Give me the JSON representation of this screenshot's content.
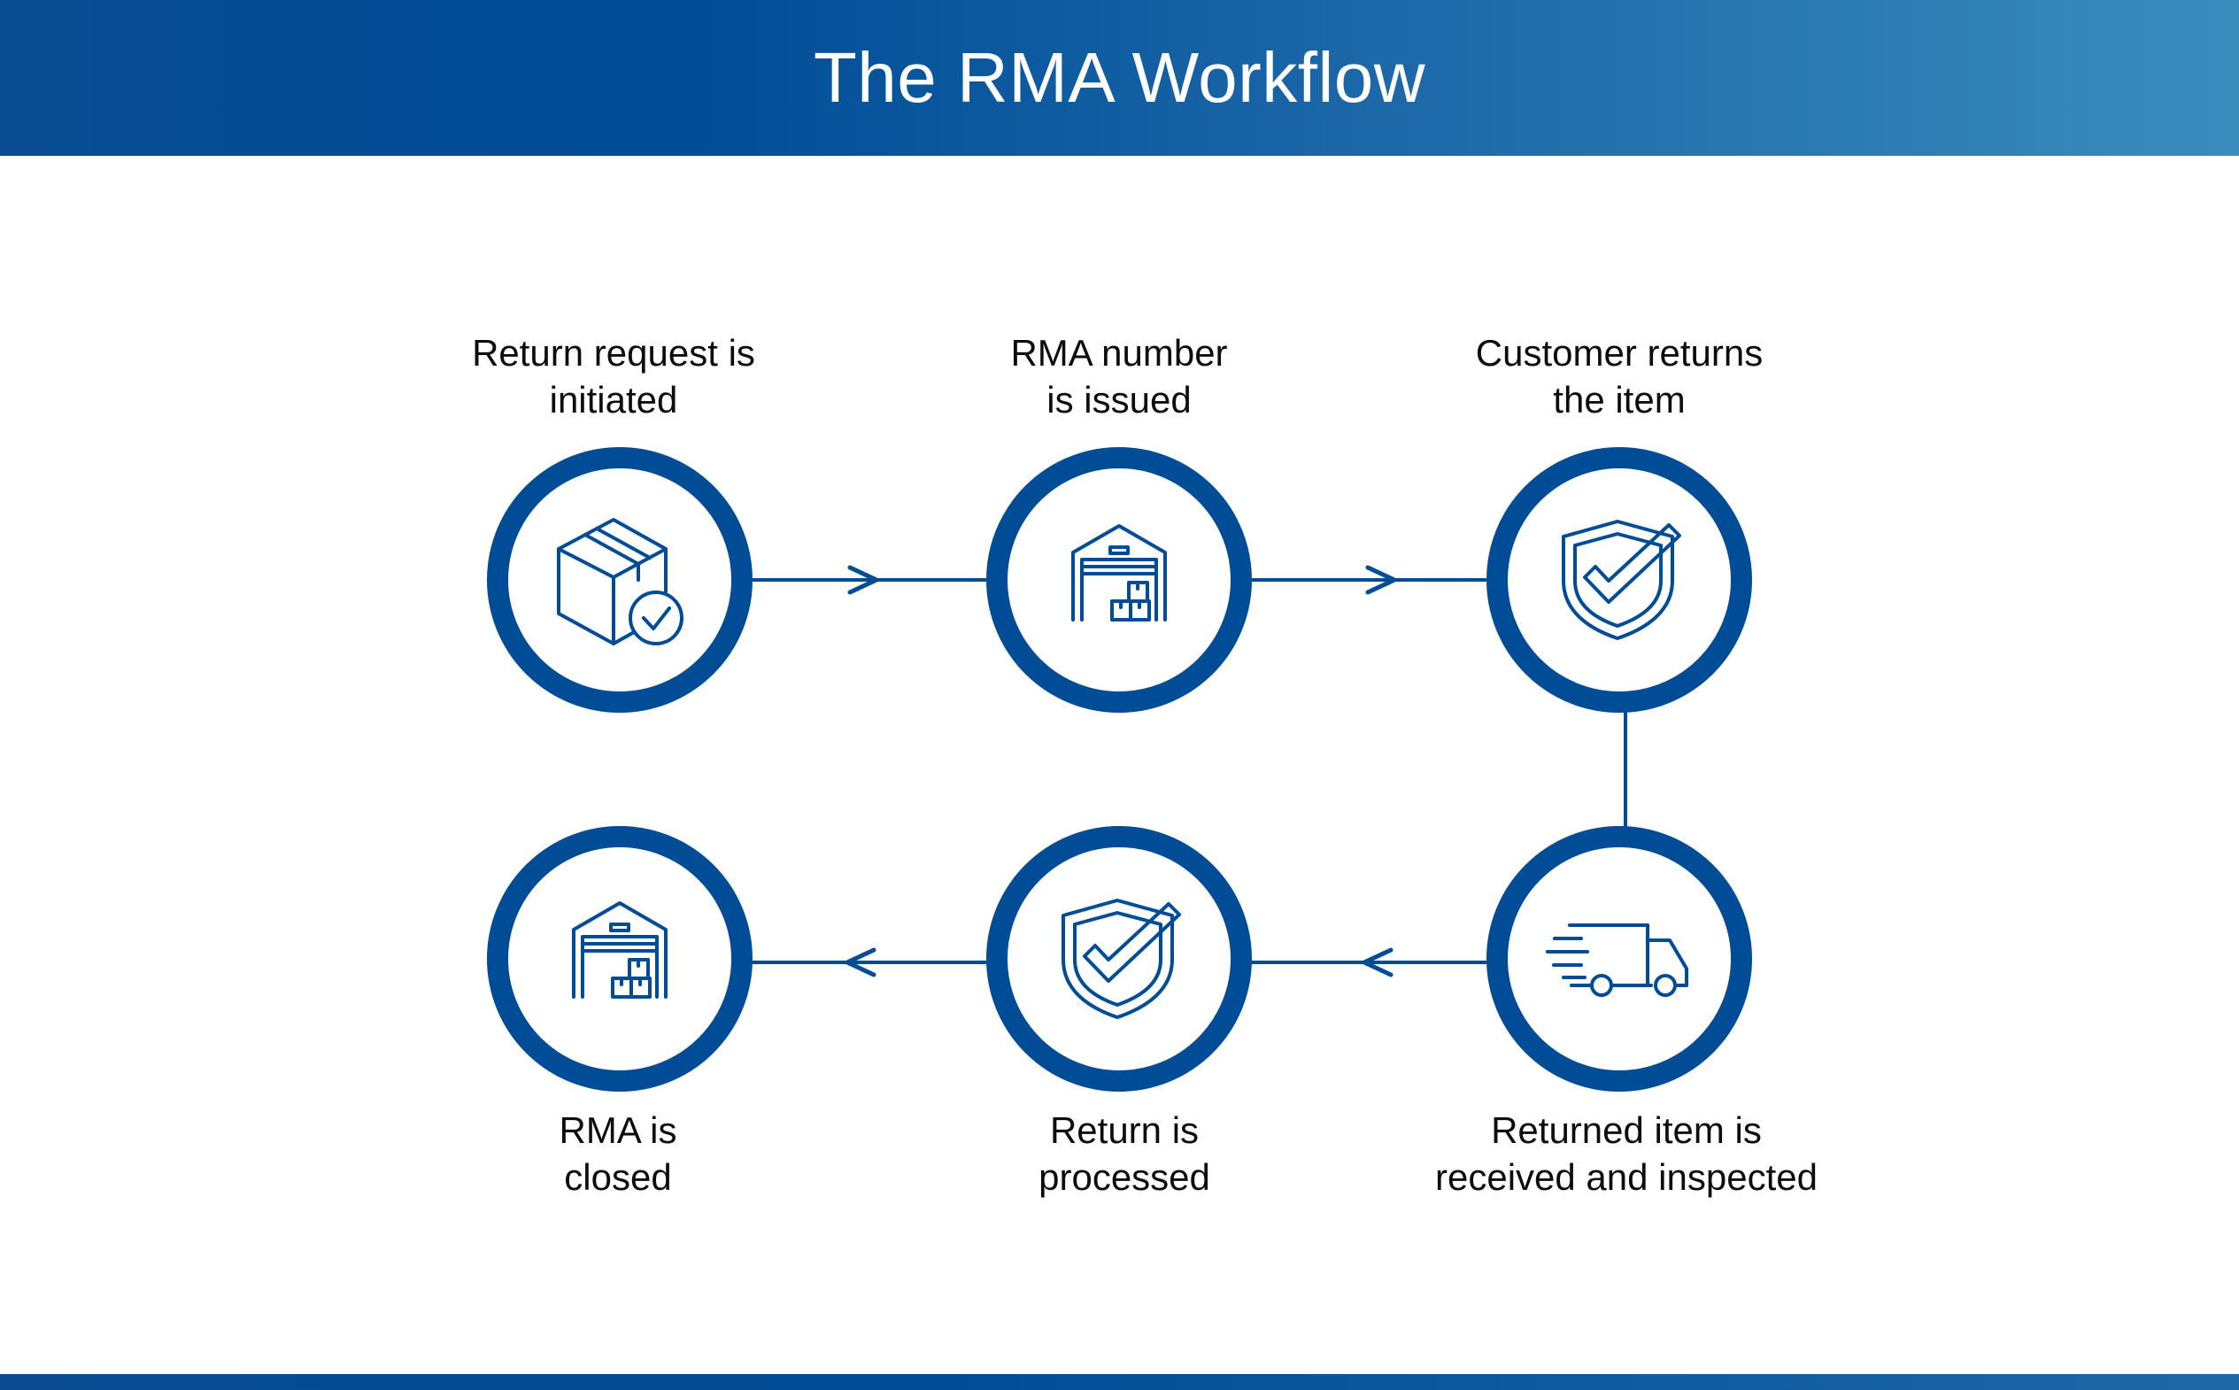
{
  "title": "The RMA Workflow",
  "colors": {
    "primary": "#004c97",
    "accent_light": "#3a8cbd",
    "text": "#0d0d0d"
  },
  "steps": [
    {
      "lines": [
        "Return request is",
        "initiated"
      ],
      "icon": "box-check-icon"
    },
    {
      "lines": [
        "RMA number",
        "is issued"
      ],
      "icon": "warehouse-icon"
    },
    {
      "lines": [
        "Customer returns",
        "the item"
      ],
      "icon": "shield-check-icon"
    },
    {
      "lines": [
        "Returned item is",
        "received and inspected"
      ],
      "icon": "delivery-truck-icon"
    },
    {
      "lines": [
        "Return is",
        "processed"
      ],
      "icon": "shield-check-icon"
    },
    {
      "lines": [
        "RMA is",
        "closed"
      ],
      "icon": "warehouse-icon"
    }
  ]
}
